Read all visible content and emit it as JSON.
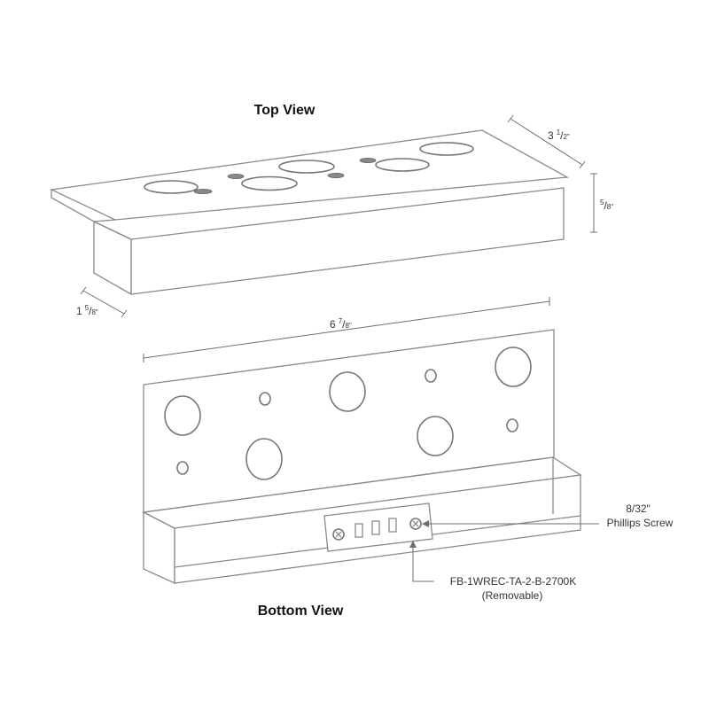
{
  "top_view": {
    "title": "Top View",
    "dim_width": {
      "whole": "3",
      "num": "1",
      "den": "2\""
    },
    "dim_height": {
      "num": "5",
      "den": "8\""
    },
    "dim_depth": {
      "whole": "1",
      "num": "5",
      "den": "8\""
    }
  },
  "overall_dim": {
    "whole": "6",
    "num": "7",
    "den": "8\""
  },
  "bottom_view": {
    "title": "Bottom View",
    "screw_label": {
      "line1": "8/32\"",
      "line2": "Phillips Screw"
    },
    "part_label": {
      "line1": "FB-1WREC-TA-2-B-2700K",
      "line2": "(Removable)"
    }
  }
}
